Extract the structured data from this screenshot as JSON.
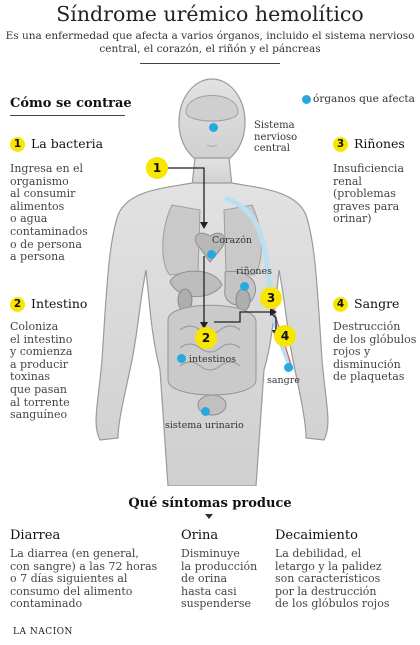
{
  "header": {
    "title": "Síndrome urémico hemolítico",
    "subtitle_line1": "Es una enfermedad que afecta a varios órganos, incluido el sistema nervioso",
    "subtitle_line2": "central, el corazón, el riñón y el páncreas"
  },
  "contagion": {
    "heading": "Cómo se contrae",
    "legend": "órganos que afecta",
    "steps": [
      {
        "number": "1",
        "title": "La bacteria",
        "lines": [
          "Ingresa en el",
          "organismo",
          "al consumir",
          "alimentos",
          "o agua",
          "contaminados",
          "o de persona",
          "a persona"
        ]
      },
      {
        "number": "2",
        "title": "Intestino",
        "lines": [
          "Coloniza",
          "el intestino",
          "y comienza",
          "a producir",
          "toxinas",
          "que pasan",
          "al torrente",
          "sanguíneo"
        ]
      },
      {
        "number": "3",
        "title": "Riñones",
        "lines": [
          "Insuficiencia",
          "renal",
          "(problemas",
          "graves para",
          "orinar)"
        ]
      },
      {
        "number": "4",
        "title": "Sangre",
        "lines": [
          "Destrucción",
          "de los glóbulos",
          "rojos y",
          "disminución",
          "de plaquetas"
        ]
      }
    ]
  },
  "organs": {
    "nervous_system_lines": [
      "Sistema",
      "nervioso",
      "central"
    ],
    "heart": "Corazón",
    "kidneys": "riñones",
    "intestines": "intestinos",
    "blood": "sangre",
    "urinary": "sistema urinario"
  },
  "symptoms": {
    "heading": "Qué síntomas produce",
    "items": [
      {
        "title": "Diarrea",
        "lines": [
          "La diarrea (en general,",
          "con sangre) a las 72 horas",
          "o 7 días siguientes al",
          "consumo del alimento",
          "contaminado"
        ]
      },
      {
        "title": "Orina",
        "lines": [
          "Disminuye",
          "la producción",
          "de orina",
          "hasta casi",
          "suspenderse"
        ]
      },
      {
        "title": "Decaimiento",
        "lines": [
          "La debilidad, el",
          "letargo y la palidez",
          "son característicos",
          "por la destrucción",
          "de los glóbulos rojos"
        ]
      }
    ]
  },
  "footer": {
    "brand": "LA NACION"
  },
  "colors": {
    "accent_blue": "#29a8e0",
    "badge_yellow": "#f7e600",
    "body_gray": "#d9d9d9"
  }
}
